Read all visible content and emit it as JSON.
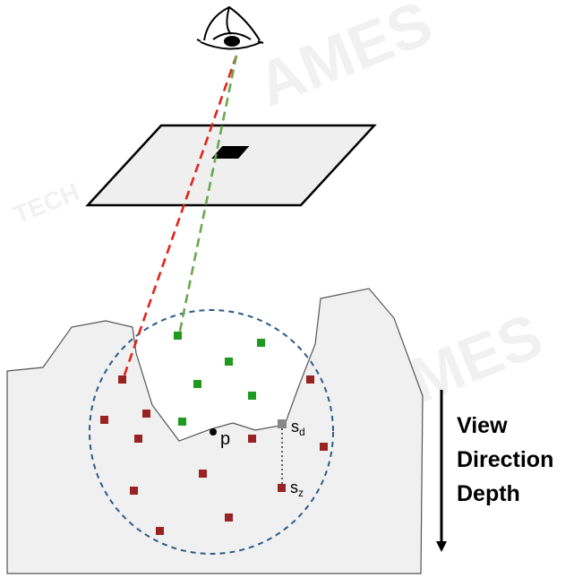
{
  "labels": {
    "p": "p",
    "s_d_main": "s",
    "s_d_sub": "d",
    "s_z_main": "s",
    "s_z_sub": "z"
  },
  "view_direction_label": {
    "line1": "View",
    "line2": "Direction",
    "line3": "Depth"
  },
  "colors": {
    "surface_fill": "#f0f0f0",
    "surface_stroke": "#555555",
    "screen_fill": "#efefef",
    "kernel_circle": "#2b5c8a",
    "visible_sample": "#1e9a1e",
    "occluded_sample": "#992222",
    "projected_sample": "#888888",
    "ray_to_occluded": "#e3241b",
    "ray_to_visible": "#6aa84f"
  },
  "icons": {
    "viewer": "eye-icon",
    "direction": "arrow-down-icon"
  }
}
